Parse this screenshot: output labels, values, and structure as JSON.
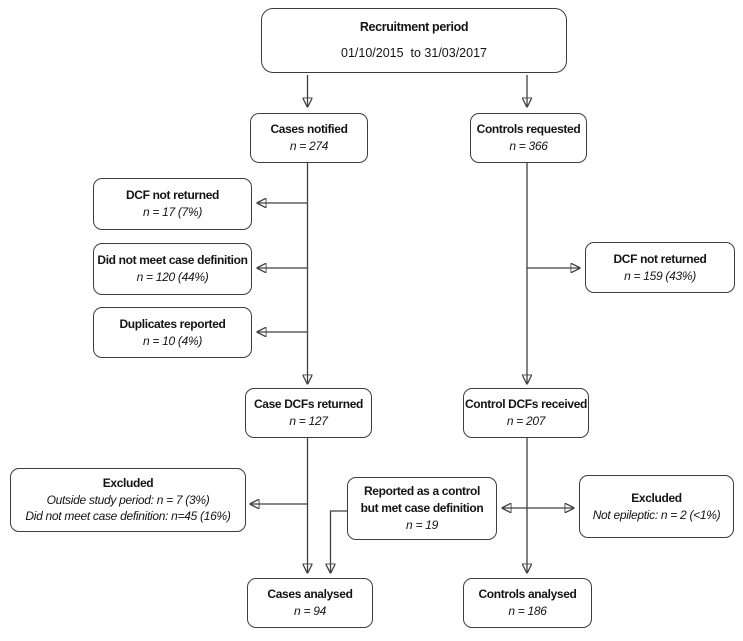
{
  "colors": {
    "border": "#3d3d3d",
    "line": "#404040",
    "text": "#141414",
    "background": "#ffffff"
  },
  "boxes": {
    "recruitment": {
      "title": "Recruitment period",
      "dates": "01/10/2015  to 31/03/2017"
    },
    "cases_notified": {
      "title": "Cases notified",
      "n": "n = 274"
    },
    "controls_requested": {
      "title": "Controls requested",
      "n": "n = 366"
    },
    "dcf_not_returned_cases": {
      "title": "DCF not returned",
      "n": "n = 17 (7%)"
    },
    "did_not_meet_case_definition": {
      "title": "Did not meet case definition",
      "n": "n = 120 (44%)"
    },
    "duplicates_reported": {
      "title": "Duplicates reported",
      "n": "n = 10 (4%)"
    },
    "dcf_not_returned_controls": {
      "title": "DCF not returned",
      "n": "n = 159 (43%)"
    },
    "case_dcfs_returned": {
      "title": "Case DCFs returned",
      "n": "n = 127"
    },
    "control_dcfs_received": {
      "title": "Control DCFs received",
      "n": "n = 207"
    },
    "excluded_cases": {
      "title": "Excluded",
      "reason1": "Outside study period: n = 7 (3%)",
      "reason2": "Did not meet case definition: n=45 (16%)"
    },
    "reported_as_control": {
      "title_line1": "Reported as a control",
      "title_line2": "but met case definition",
      "n": "n = 19"
    },
    "excluded_controls": {
      "title": "Excluded",
      "reason1": "Not epileptic: n = 2 (<1%)"
    },
    "cases_analysed": {
      "title": "Cases analysed",
      "n": "n = 94"
    },
    "controls_analysed": {
      "title": "Controls analysed",
      "n": "n = 186"
    }
  }
}
